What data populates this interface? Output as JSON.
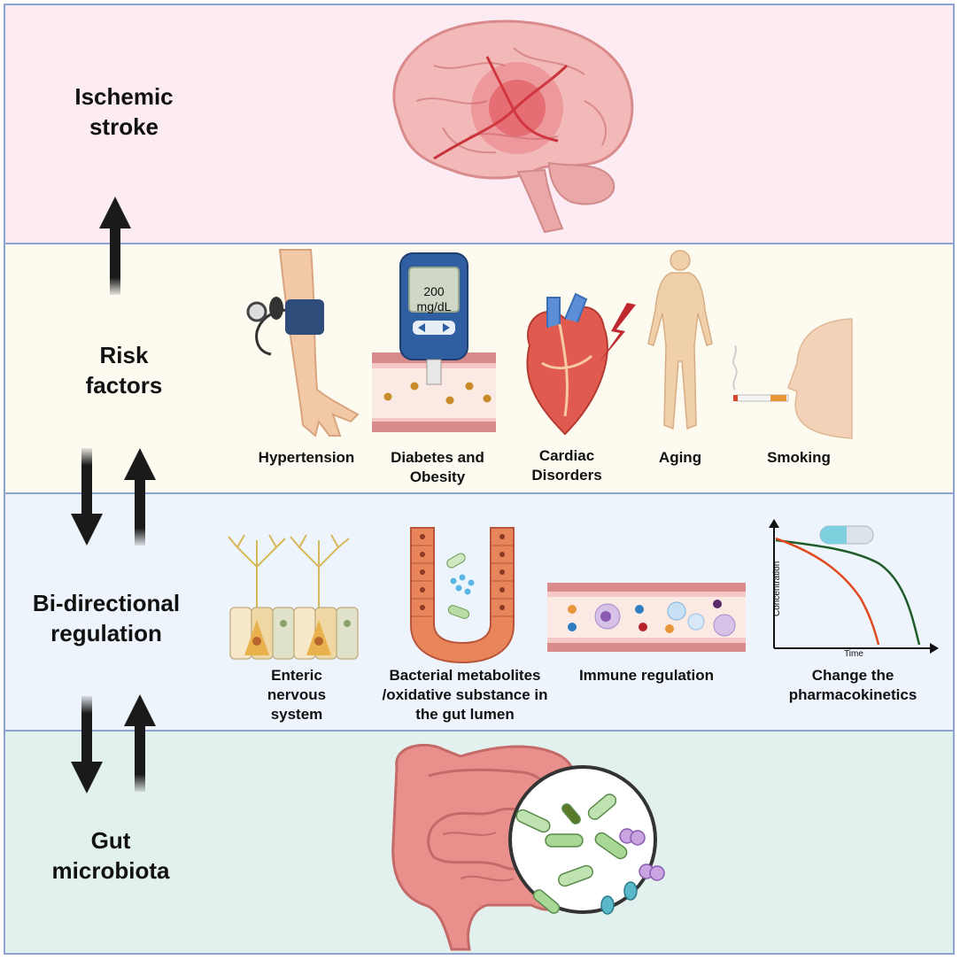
{
  "levels": {
    "stroke": "Ischemic\nstroke",
    "risk": "Risk\nfactors",
    "bidirectional": "Bi-directional\nregulation",
    "gut": "Gut\nmicrobiota"
  },
  "risk_factors": {
    "hypertension": "Hypertension",
    "diabetes": "Diabetes and\nObesity",
    "cardiac": "Cardiac\nDisorders",
    "aging": "Aging",
    "smoking": "Smoking"
  },
  "glucometer": {
    "value": "200",
    "unit": "mg/dL"
  },
  "mechanisms": {
    "enteric": "Enteric\nnervous\nsystem",
    "bacterial": "Bacterial metabolites\n/oxidative substance in\nthe gut lumen",
    "immune": "Immune regulation",
    "pharmaco": "Change the\npharmacokinetics"
  },
  "pk_graph": {
    "ylabel": "Concentration",
    "xlabel": "Time"
  },
  "colors": {
    "stroke_band": "#fcebf3",
    "risk_band": "#fdfbf0",
    "regulation_band": "#eef4fb",
    "gut_band": "#e3f1ee",
    "band_border": "#8fa3cf"
  }
}
